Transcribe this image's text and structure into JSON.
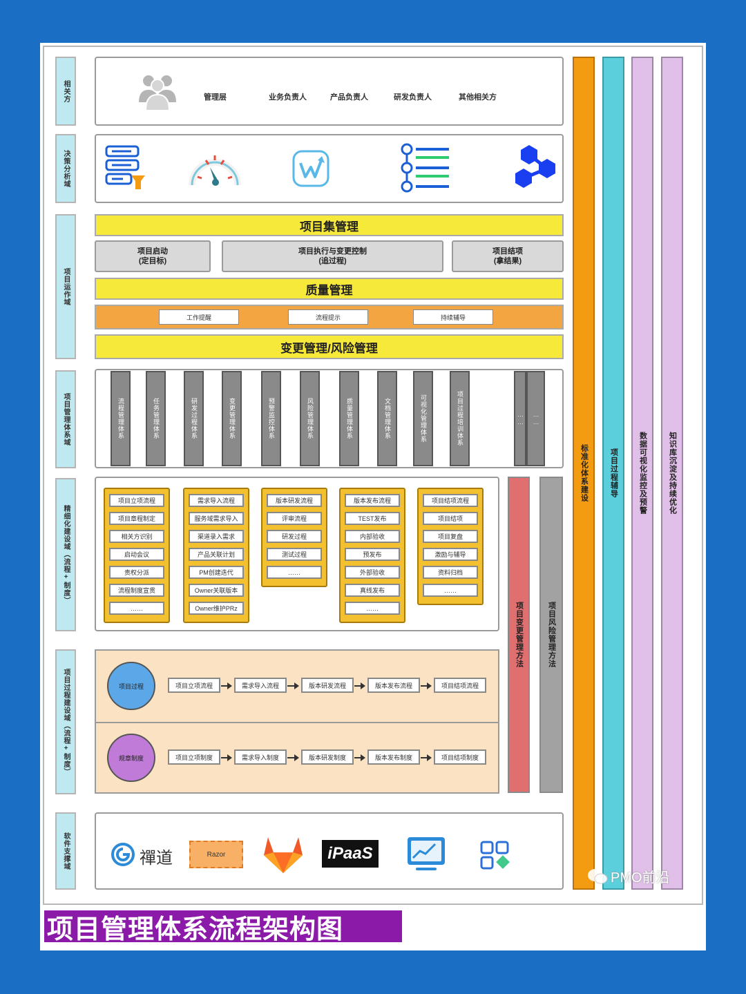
{
  "domains": {
    "stakeholders": "相关方",
    "decision": "决策分析域",
    "operation": "项目运作域",
    "system": "项目管理体系域",
    "refine": "精细化建设域（流程+制度）",
    "process": "项目过程建设域（流程+制度）",
    "software": "软件支撑域"
  },
  "stakeholders": [
    "管理层",
    "业务负责人",
    "产品负责人",
    "研发负责人",
    "其他相关方"
  ],
  "decision_icons": [
    "server-report-icon",
    "gauge-icon",
    "w-chart-icon",
    "list-icon",
    "hexagon-network-icon"
  ],
  "operation": {
    "program": "项目集管理",
    "phases": [
      {
        "name": "项目启动",
        "sub": "(定目标)"
      },
      {
        "name": "项目执行与变更控制",
        "sub": "(追过程)"
      },
      {
        "name": "项目结项",
        "sub": "(拿结果)"
      }
    ],
    "quality": "质量管理",
    "chips": [
      "工作提醒",
      "流程提示",
      "持续辅导"
    ],
    "change": "变更管理/风险管理"
  },
  "systems": [
    "流程管理体系",
    "任务管理体系",
    "研发过程体系",
    "变更管理体系",
    "预警监控体系",
    "风险管理体系",
    "质量管理体系",
    "文档管理体系",
    "可视化管理体系",
    "项目过程培训体系",
    "……",
    "……"
  ],
  "processes": [
    {
      "header": "项目立项流程",
      "items": [
        "项目章程制定",
        "相关方识别",
        "启动会议",
        "责权分派",
        "流程制度宣贯",
        "……"
      ]
    },
    {
      "header": "需求导入流程",
      "items": [
        "服务域需求导入",
        "渠道录入需求",
        "产品关联计划",
        "PM创建迭代",
        "Owner关联版本",
        "Owner维护PRz"
      ]
    },
    {
      "header": "版本研发流程",
      "items": [
        "评审流程",
        "研发过程",
        "测试过程",
        "……"
      ]
    },
    {
      "header": "版本发布流程",
      "items": [
        "TEST发布",
        "内部验收",
        "预发布",
        "外部验收",
        "真线发布",
        "……"
      ]
    },
    {
      "header": "项目结项流程",
      "items": [
        "项目结项",
        "项目复盘",
        "激励与辅导",
        "资料归档",
        "……"
      ]
    }
  ],
  "methods": {
    "change": "项目变更管理方法",
    "risk": "项目风险管理方法"
  },
  "flow": {
    "process_circle": "项目过程",
    "process_steps": [
      "项目立项流程",
      "需求导入流程",
      "版本研发流程",
      "版本发布流程",
      "项目结项流程"
    ],
    "rule_circle": "规章制度",
    "rule_steps": [
      "项目立项制度",
      "需求导入制度",
      "版本研发制度",
      "版本发布制度",
      "项目结项制度"
    ]
  },
  "software": {
    "chandao": "禪道",
    "razor": "Razor",
    "ipaas": "iPaaS"
  },
  "right_bars": [
    "标准化体系建设",
    "项目过程辅导",
    "数据可视化监控及预警",
    "知识库沉淀及持续优化"
  ],
  "watermark": "PMO前沿",
  "title": "项目管理体系流程架构图",
  "colors": {
    "background": "#1a6fc4",
    "yellow": "#f7e93a",
    "orange": "#f39c12",
    "cyan": "#5bcfdc",
    "lavender": "#e0bfe8",
    "title_bg": "#8b1aa8"
  }
}
